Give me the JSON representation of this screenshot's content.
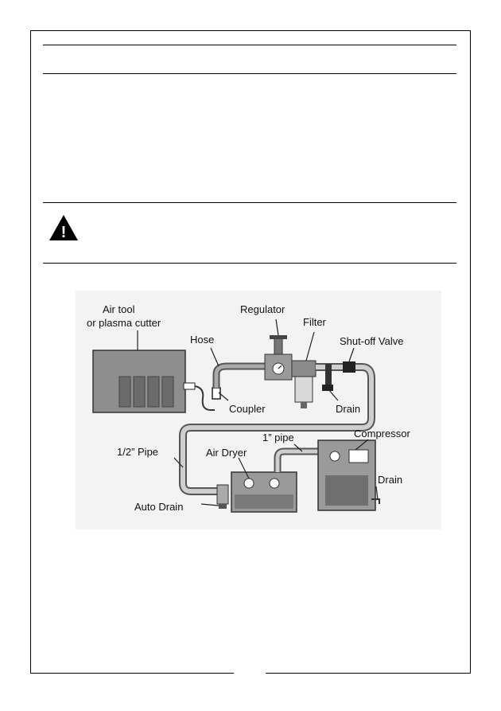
{
  "labels": {
    "air_tool_line1": "Air tool",
    "air_tool_line2": "or plasma cutter",
    "regulator": "Regulator",
    "filter": "Filter",
    "hose": "Hose",
    "shutoff_valve": "Shut-off Valve",
    "coupler": "Coupler",
    "drain_filter": "Drain",
    "one_inch_pipe": "1” pipe",
    "compressor": "Compressor",
    "half_inch_pipe": "1/2” Pipe",
    "air_dryer": "Air Dryer",
    "drain_compressor": "Drain",
    "auto_drain": "Auto Drain"
  },
  "warning": {
    "icon": "warning-triangle-icon",
    "symbol": "!"
  }
}
